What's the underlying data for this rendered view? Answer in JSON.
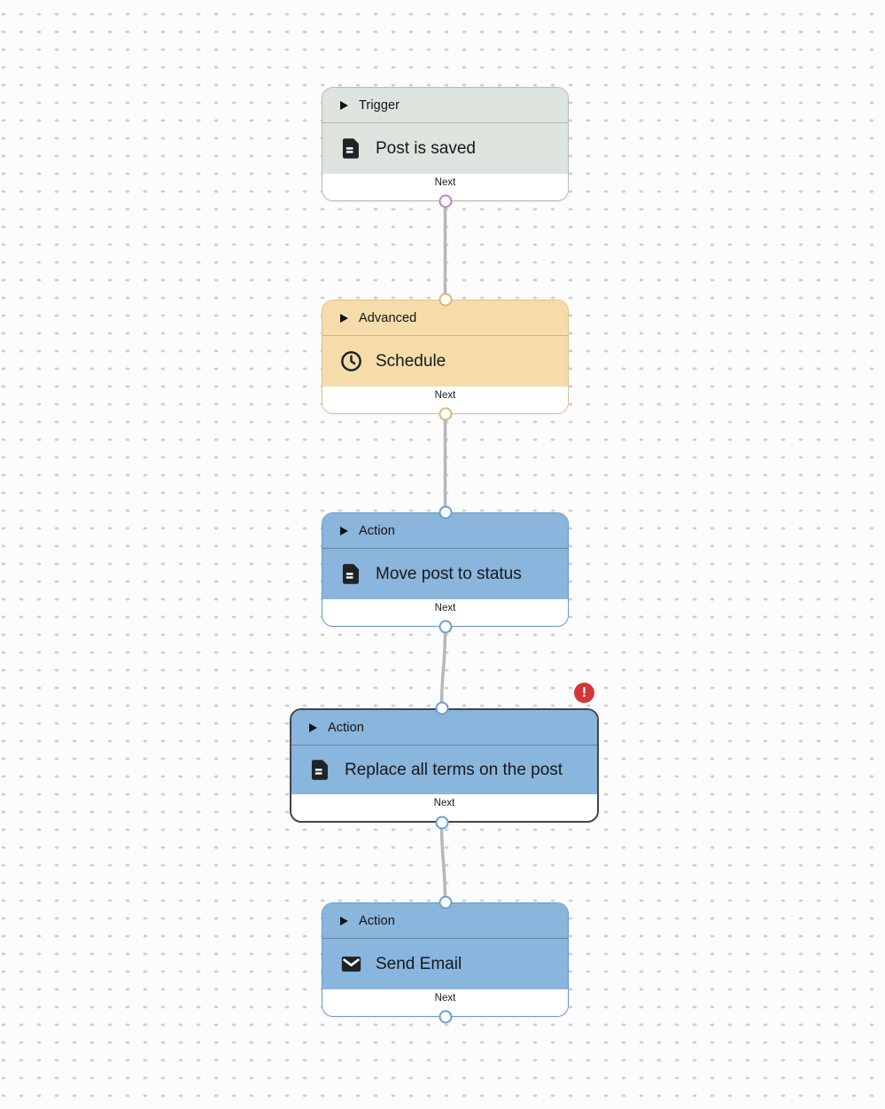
{
  "colors": {
    "canvas_bg": "#fcfcfc",
    "dot": "#cfd0d4",
    "connector": "#b7b7bb",
    "error_badge": "#d63638"
  },
  "error_badge": {
    "glyph": "!"
  },
  "nodes": [
    {
      "category": "Trigger",
      "title": "Post is saved",
      "icon": "post-icon",
      "next_label": "Next",
      "selected": false,
      "has_error": false,
      "theme": {
        "fill": "#dde3dd",
        "border": "#b5bcb6",
        "divider": "#aeb6af",
        "port": "#b289ba"
      }
    },
    {
      "category": "Advanced",
      "title": "Schedule",
      "icon": "clock-icon",
      "next_label": "Next",
      "selected": false,
      "has_error": false,
      "theme": {
        "fill": "#f6dcab",
        "border": "#dec289",
        "divider": "#d3b278",
        "port": "#d9b87a"
      }
    },
    {
      "category": "Action",
      "title": "Move post to status",
      "icon": "post-icon",
      "next_label": "Next",
      "selected": false,
      "has_error": false,
      "theme": {
        "fill": "#8ab5dd",
        "border": "#6598cb",
        "divider": "#6d8296",
        "port": "#6b9fd2"
      }
    },
    {
      "category": "Action",
      "title": "Replace all terms on the post",
      "icon": "post-icon",
      "next_label": "Next",
      "selected": true,
      "has_error": true,
      "theme": {
        "fill": "#8ab5dd",
        "border": "#3f464d",
        "divider": "#6d8296",
        "port": "#6b9fd2"
      }
    },
    {
      "category": "Action",
      "title": "Send Email",
      "icon": "mail-icon",
      "next_label": "Next",
      "selected": false,
      "has_error": false,
      "theme": {
        "fill": "#8ab5dd",
        "border": "#6598cb",
        "divider": "#6d8296",
        "port": "#6b9fd2"
      }
    }
  ]
}
